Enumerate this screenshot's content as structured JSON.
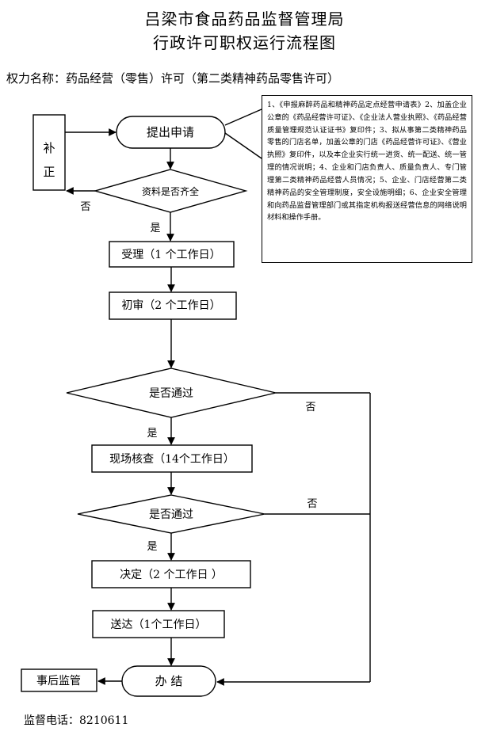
{
  "header": {
    "title_line1": "吕梁市食品药品监督管理局",
    "title_line2": "行政许可职权运行流程图",
    "power_name": "权力名称：药品经营（零售）许可（第二类精神药品零售许可）"
  },
  "flow": {
    "correction": [
      "补",
      "正"
    ],
    "submit": "提出申请",
    "check_complete": "资料是否齐全",
    "no": "否",
    "yes": "是",
    "accept": "受理（1 个工作日）",
    "initial_review": "初审（2 个工作日）",
    "pass1": "是否通过",
    "site_inspection": "现场核查（14个工作日）",
    "pass2": "是否通过",
    "decision": "决定（2 个工作日 ）",
    "delivery": "送达（1个工作日）",
    "complete": "办  结",
    "post_supervision": "事后监管"
  },
  "note": {
    "text": "1、《申报麻醉药品和精神药品定点经营申请表》2、加盖企业公章的《药品经营许可证》、《企业法人营业执照》、《药品经营质量管理规范认证证书》复印件；3、拟从事第二类精神药品零售的门店名单，加盖公章的门店《药品经营许可证》、《营业执照》复印件，以及本企业实行统一进货、统一配送、统一管理的情况说明；4、企业和门店负责人、质量负责人、专门管理第二类精神药品经营人员情况；5、企业、门店经营第二类精神药品的安全管理制度，安全设施明细；6、企业安全管理和向药品监督管理部门或其指定机构报送经营信息的网络说明材料和操作手册。"
  },
  "footer": {
    "phone": "监督电话：8210611"
  }
}
